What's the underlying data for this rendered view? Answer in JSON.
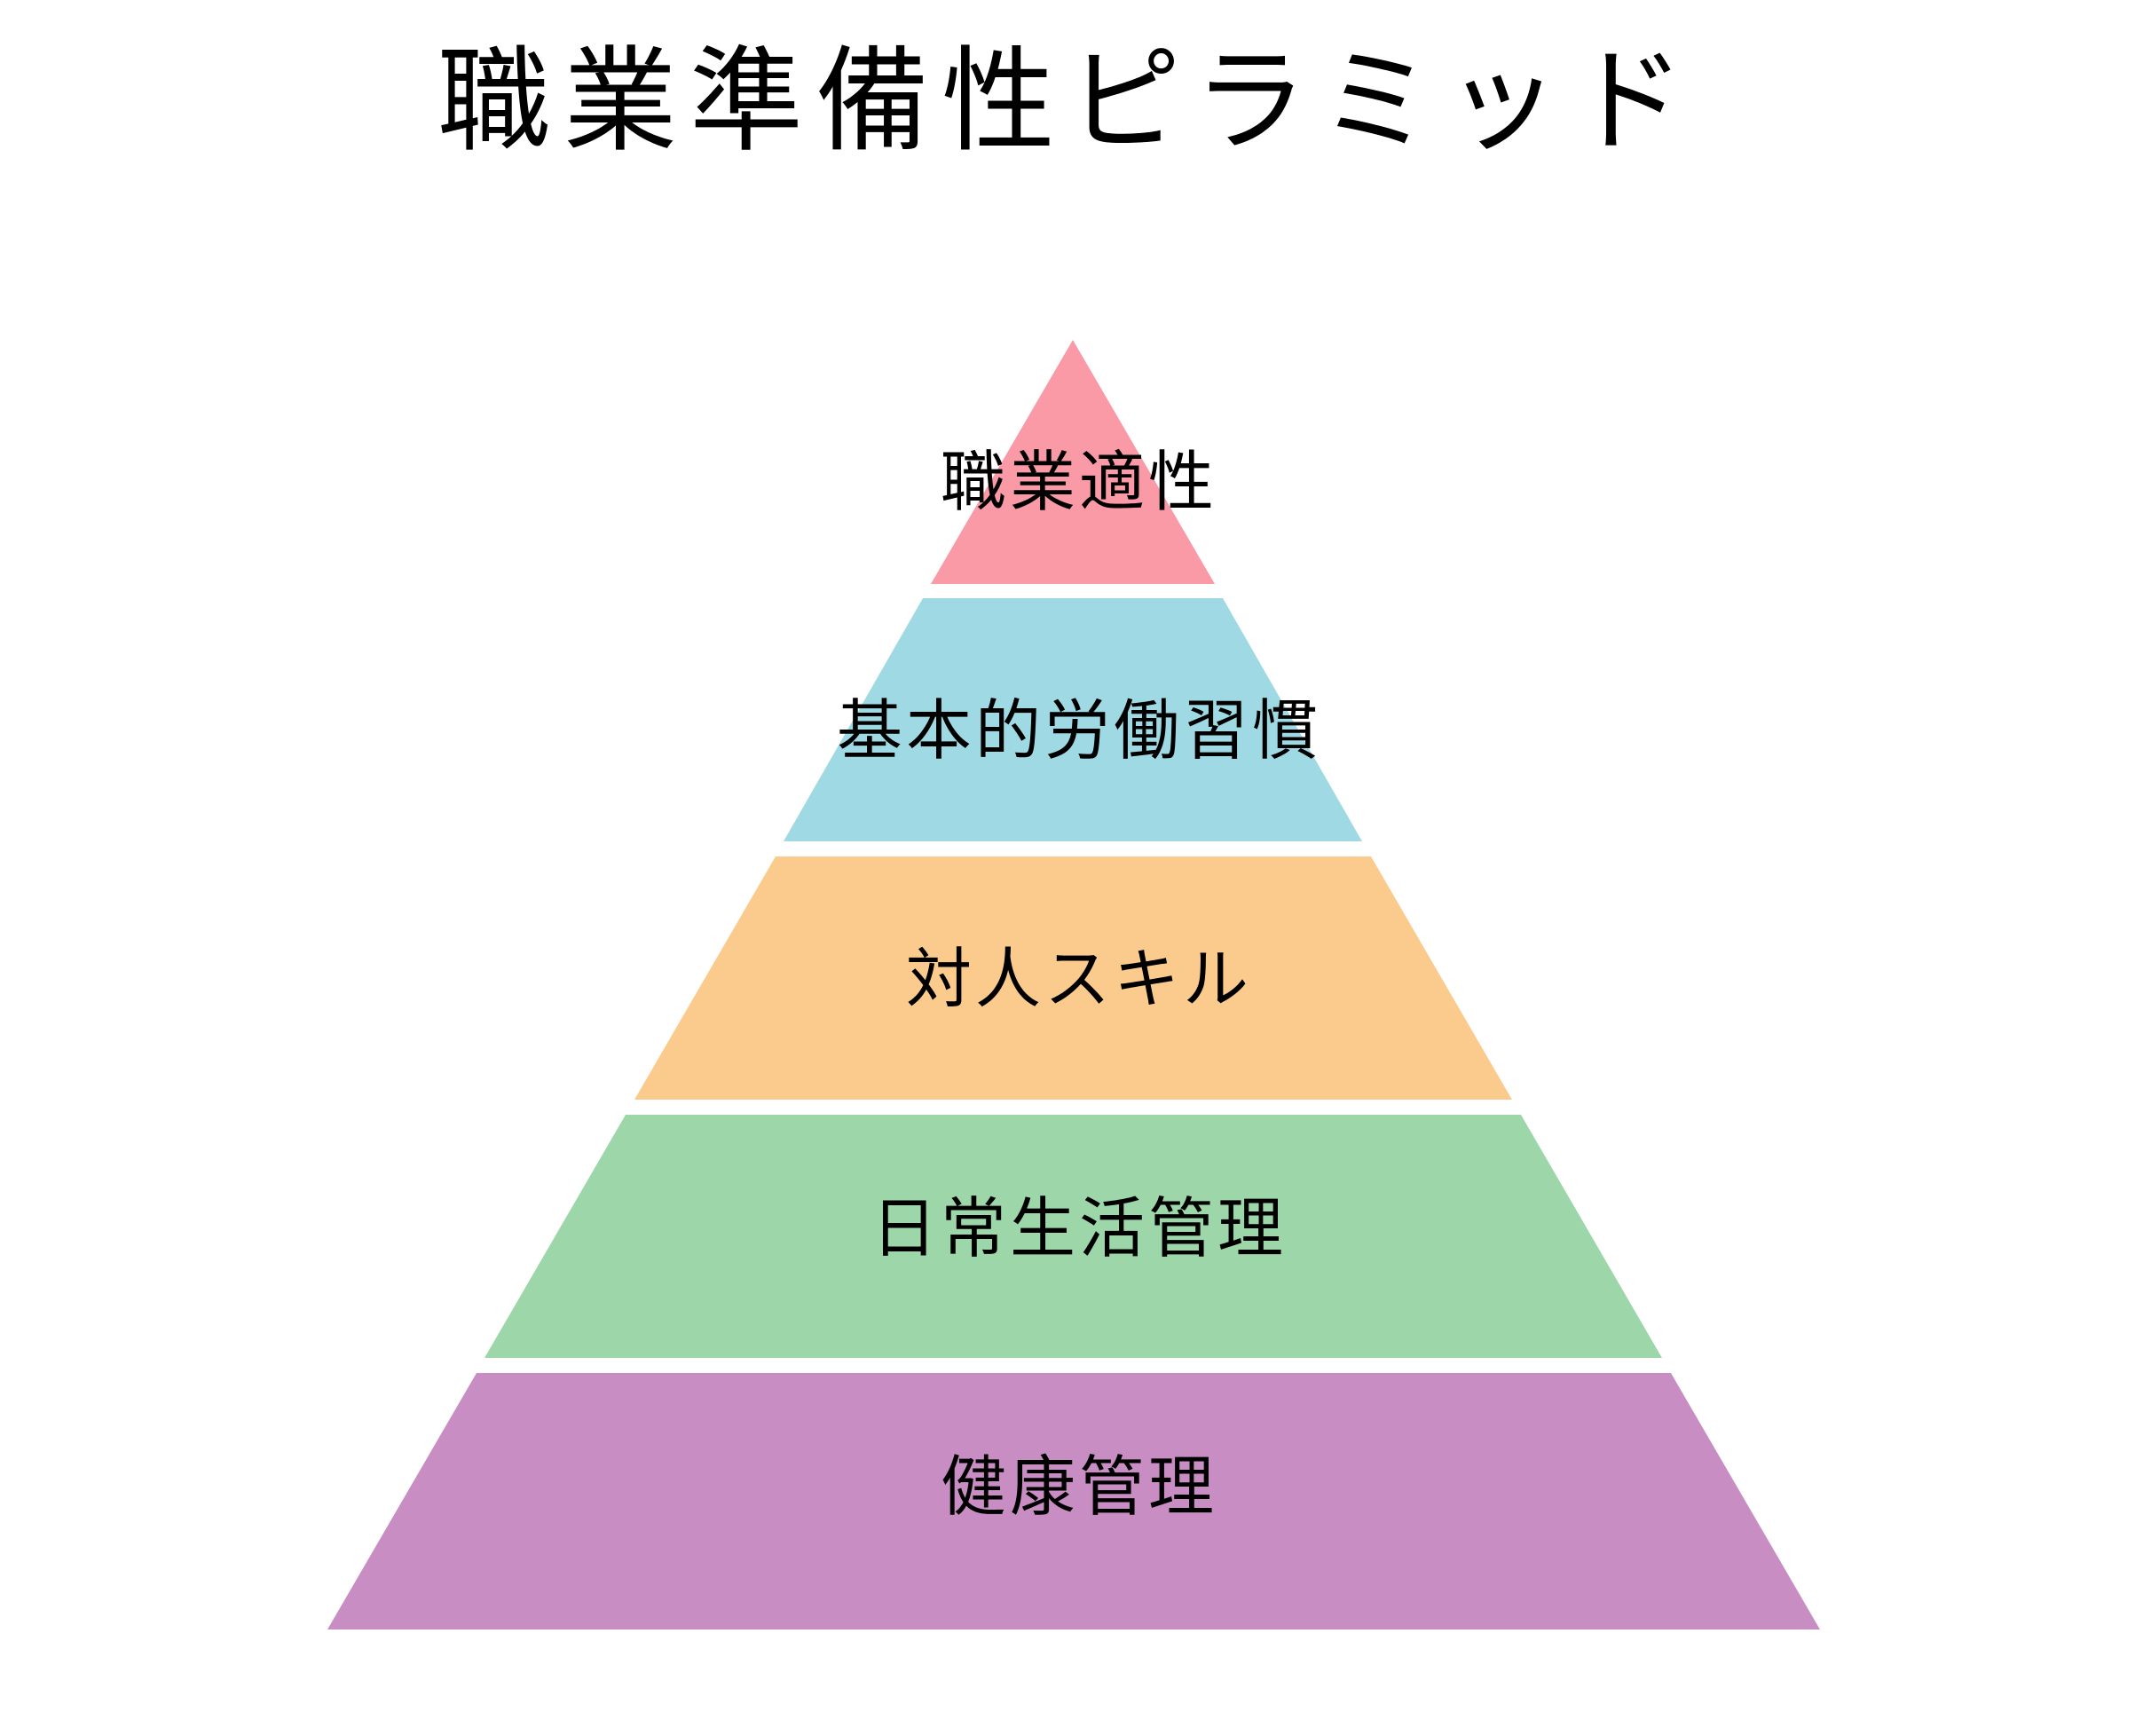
{
  "title": "職業準備性ピラミッド",
  "tiers": [
    {
      "label": "職業適性",
      "color": "#F99AA6"
    },
    {
      "label": "基本的労働習慣",
      "color": "#9FD9E3"
    },
    {
      "label": "対人スキル",
      "color": "#FBCB8E"
    },
    {
      "label": "日常生活管理",
      "color": "#9CD6A9"
    },
    {
      "label": "健康管理",
      "color": "#C88DC3"
    }
  ]
}
